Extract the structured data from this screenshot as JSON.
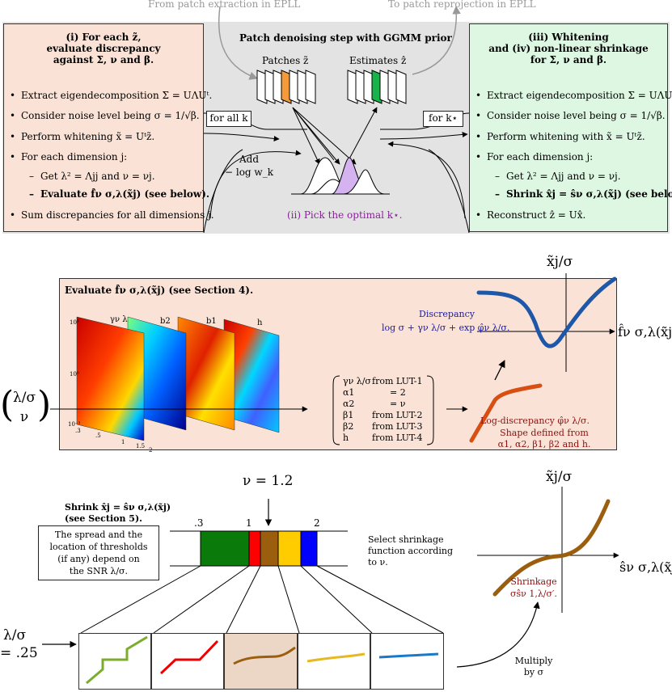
{
  "top": {
    "from_extraction": "From patch extraction in EPLL",
    "to_reprojection": "To patch reprojection in EPLL",
    "center_title": "Patch denoising step with GGMM prior",
    "patches_label": "Patches z̃",
    "estimates_label": "Estimates ẑ",
    "for_all_k": "for all k",
    "for_k_star": "for k⋆",
    "add_label_1": "Add",
    "add_label_2": "− log w_k",
    "pick_optimal": "(ii) Pick the optimal k⋆.",
    "left": {
      "title_1": "(i) For each z̃,",
      "title_2": "evaluate discrepancy",
      "title_3": "against Σ, ν and β.",
      "items": [
        "Extract eigendecomposition Σ = UΛUᵗ.",
        "Consider noise level being σ = 1/√β.",
        "Perform whitening x̃ = Uᵗz̃.",
        "For each dimension j:",
        "Get λ² = Λjj and ν = νj.",
        "Evaluate f̂ν σ,λ(x̃j) (see below).",
        "Sum discrepancies for all dimensions j."
      ]
    },
    "right": {
      "title_1": "(iii) Whitening",
      "title_2": "and (iv) non-linear shrinkage",
      "title_3": "for Σ, ν and β.",
      "items": [
        "Extract eigendecomposition Σ = UΛUᵗ.",
        "Consider noise level being σ = 1/√β.",
        "Perform whitening with x̃ = Uᵗz̃.",
        "For each dimension j:",
        "Get λ² = Λjj and ν = νj.",
        "Shrink x̂j = ŝν σ,λ(x̃j) (see below).",
        "Reconstruct ẑ = Ux̂."
      ]
    }
  },
  "evaluate": {
    "title": "Evaluate f̂ν σ,λ(x̃j) (see Section 4).",
    "input_1": "λ/σ",
    "input_2": "ν",
    "lut_labels": [
      "γν λ",
      "b2",
      "b1",
      "h"
    ],
    "axis_ticks": [
      "10³",
      "10⁰",
      "10⁻³",
      ".3",
      ".5",
      "1",
      "1.5",
      "2"
    ],
    "params": [
      {
        "name": "γν λ/σ",
        "src": "from LUT-1"
      },
      {
        "name": "α1",
        "src": "= 2"
      },
      {
        "name": "α2",
        "src": "= ν"
      },
      {
        "name": "β1",
        "src": "from LUT-2"
      },
      {
        "name": "β2",
        "src": "from LUT-3"
      },
      {
        "name": "h",
        "src": "from LUT-4"
      }
    ],
    "discrepancy_1": "Discrepancy",
    "discrepancy_2": "log σ + γν λ/σ + exp φ̂ν λ/σ.",
    "logdisc_1": "Log-discrepancy φ̂ν λ/σ.",
    "logdisc_2": "Shape defined from",
    "logdisc_3": "α1, α2, β1, β2 and h.",
    "y_axis": "x̃j/σ",
    "x_axis": "f̂ν σ,λ(x̃j)"
  },
  "shrink": {
    "nu_label": "ν = 1.2",
    "title_1": "Shrink x̂j = ŝν σ,λ(x̃j)",
    "title_2": "(see Section 5).",
    "bar_ticks": [
      ".3",
      "1",
      "2"
    ],
    "select_1": "Select shrinkage",
    "select_2": "function according",
    "select_3": "to ν.",
    "spread_1": "The spread and the",
    "spread_2": "location of thresholds",
    "spread_3": "(if any) depend on",
    "spread_4": "the SNR λ/σ.",
    "input_1": "λ/σ",
    "input_2": "= .25",
    "shrinkage_1": "Shrinkage",
    "shrinkage_2": "σŝν 1,λ/σ′.",
    "multiply_1": "Multiply",
    "multiply_2": "by σ",
    "y_axis": "x̃j/σ",
    "x_axis": "ŝν σ,λ(x̃j)"
  },
  "colors": {
    "left_bg": "#fae3d6",
    "right_bg": "#ddf7e3",
    "center_bg": "#e3e3e3",
    "disc_blue": "#1e56a8",
    "logdisc_orange": "#d94e12",
    "shrink_brown": "#9b5e0f"
  }
}
